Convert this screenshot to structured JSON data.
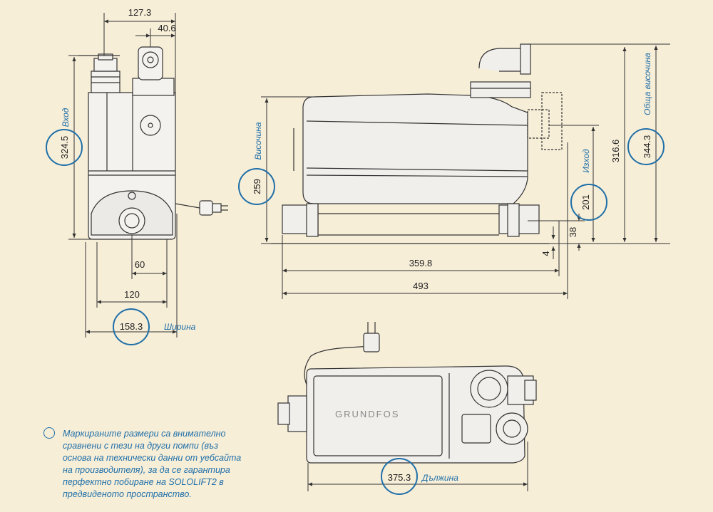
{
  "colors": {
    "background": "#f7eed8",
    "highlight": "#1f6fa8",
    "drawing": "#333333"
  },
  "front_view": {
    "top_width": "127.3",
    "inlet_width": "40.6",
    "inlet_height": "324.5",
    "inlet_label": "Вход",
    "outlet_offset": "60",
    "base_width": "120",
    "total_width": "158.3",
    "width_label": "Ширина"
  },
  "side_view": {
    "height": "259",
    "height_label": "Височина",
    "foot_length": "359.8",
    "total_length": "493",
    "outlet_height": "201",
    "outlet_label": "Изход",
    "base_height": "38",
    "clearance": "4",
    "pipe_height": "316.6",
    "total_height": "344.3",
    "total_height_label": "Обща височина"
  },
  "top_view": {
    "length": "375.3",
    "length_label": "Дължина",
    "brand": "GRUNDFOS"
  },
  "note": {
    "lines": [
      "Маркираните размери са внимателно",
      "сравнени с тези на други помпи (въз",
      "основа на технически данни от уебсайта",
      "на производителя), за да се гарантира",
      "перфектно побиране на SOLOLIFT2 в",
      "предвиденото пространство."
    ]
  }
}
